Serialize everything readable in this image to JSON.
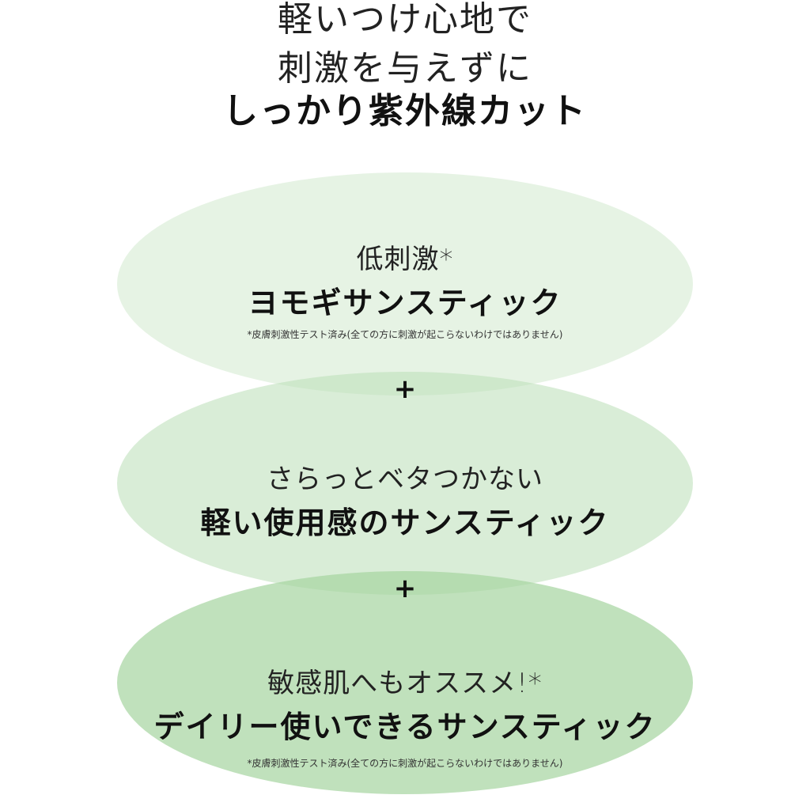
{
  "headline": {
    "line1": "軽いつけ心地で",
    "line2": "刺激を与えずに",
    "line3": "しっかり紫外線カット"
  },
  "features": [
    {
      "subtitle": "低刺激*",
      "title": "ヨモギサンスティック",
      "note": "*皮膚刺激性テスト済み(全ての方に刺激が起こらないわけではありません)"
    },
    {
      "subtitle": "さらっとベタつかない",
      "title": "軽い使用感のサンスティック"
    },
    {
      "subtitle": "敏感肌へもオススメ!*",
      "title": "デイリー使いできるサンスティック",
      "note": "*皮膚刺激性テスト済み(全ての方に刺激が起こらないわけではありません)"
    }
  ],
  "separators": {
    "plus": "+"
  },
  "colors": {
    "ellipse1": "#e3f1e1",
    "ellipse2": "#d7ebd4",
    "ellipse3": "#b9dbb5",
    "text": "#111111"
  }
}
